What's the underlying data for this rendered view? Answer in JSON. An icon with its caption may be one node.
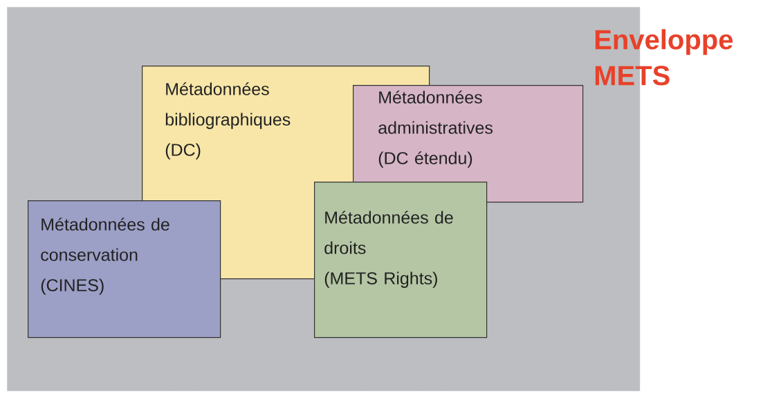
{
  "diagram": {
    "nodes": [
      {
        "text": [
          "Enveloppe METS"
        ]
      },
      {
        "text": [
          "Métadonnées bibliographiques",
          "(DC)"
        ],
        "in": 0
      },
      {
        "text": [
          "Métadonnées administratives",
          "(DC étendu)"
        ],
        "in": 0
      },
      {
        "text": [
          "Métadonnées de conservation",
          "(CINES)"
        ],
        "in": 0
      },
      {
        "text": [
          "Métadonnées de droits",
          "(METS Rights)"
        ],
        "in": 0
      }
    ]
  }
}
